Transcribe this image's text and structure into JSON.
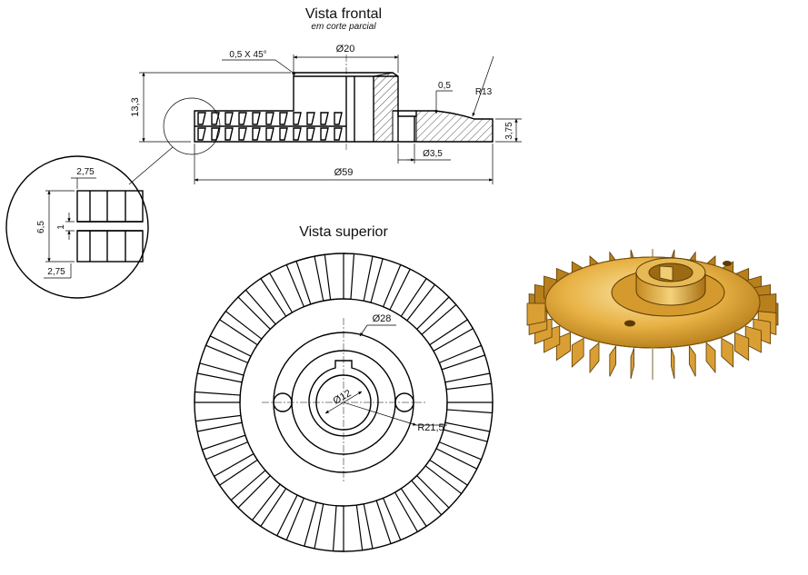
{
  "titles": {
    "front": "Vista frontal",
    "front_sub": "em corte parcial",
    "top": "Vista superior"
  },
  "front_dims": {
    "chamfer": "0,5 X 45°",
    "dia_hub": "Ø20",
    "height": "13,3",
    "step": "0,5",
    "radius": "R13",
    "rim": "3,75",
    "dia_key": "Ø3,5",
    "dia_outer": "Ø59"
  },
  "detail_dims": {
    "top": "2,75",
    "total": "6,5",
    "gap": "1",
    "bottom": "2,75"
  },
  "top_dims": {
    "dia_hub": "Ø28",
    "dia_bore": "Ø12",
    "radius": "R21,5"
  },
  "colors": {
    "line": "#000000",
    "part_light": "#f7d98a",
    "part_mid": "#e8b245",
    "part_dark": "#b37a17",
    "part_shadow": "#6e4808"
  }
}
